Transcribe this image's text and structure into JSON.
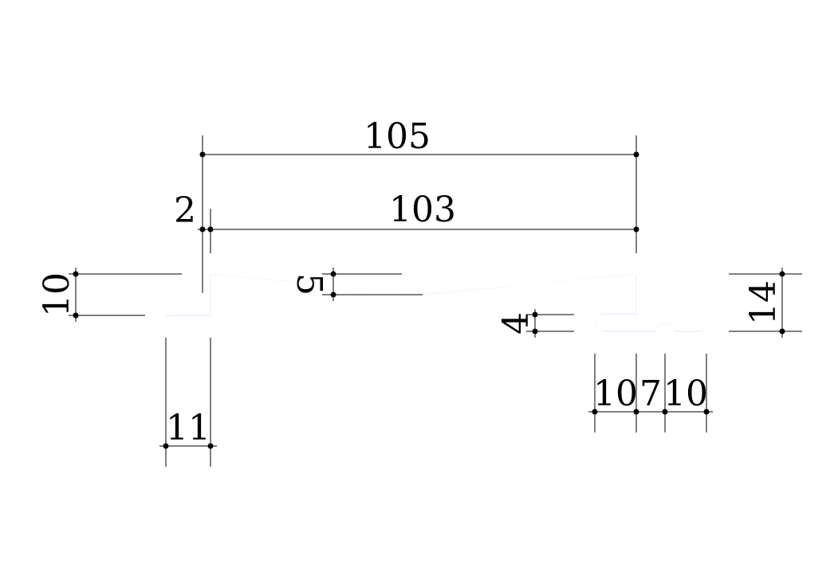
{
  "drawing": {
    "colors": {
      "profile": "#2a2acc",
      "dimension": "#000000",
      "background": "#ffffff"
    },
    "dimensions": {
      "overall_width": "105",
      "inner_width": "103",
      "left_offset": "2",
      "left_step_height": "10",
      "slope_drop": "5",
      "hook_height": "4",
      "right_total_height": "14",
      "left_flange_width": "11",
      "hook_width_1": "10",
      "hook_width_2": "7",
      "hook_width_3": "10"
    }
  }
}
